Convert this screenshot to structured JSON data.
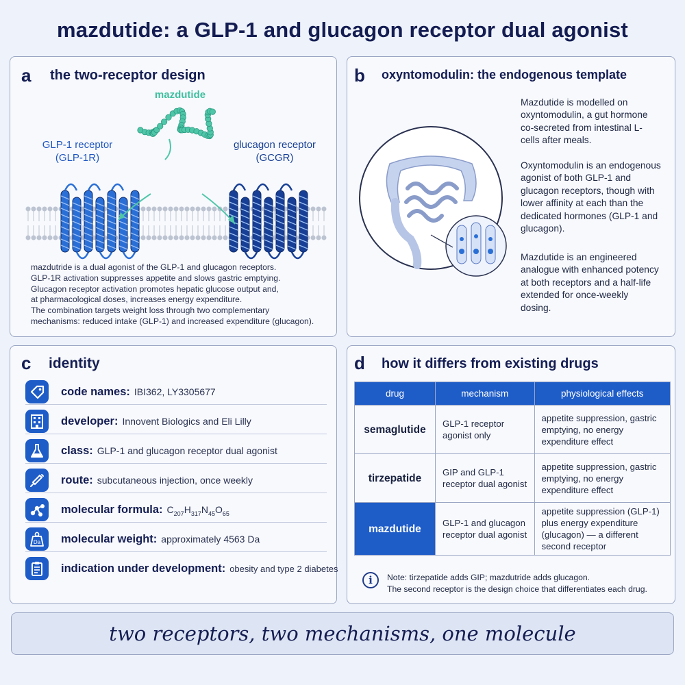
{
  "title": "mazdutide: a GLP-1 and glucagon receptor dual agonist",
  "panel_a": {
    "letter": "a",
    "title": "the two-receptor design",
    "peptide_label": "mazdutide",
    "left_receptor_line1": "GLP-1 receptor",
    "left_receptor_line2": "(GLP-1R)",
    "right_receptor_line1": "glucagon receptor",
    "right_receptor_line2": "(GCGR)",
    "description": [
      "mazdutride is a dual agonist of the GLP-1 and glucagon receptors.",
      "GLP-1R activation suppresses appetite and slows gastric emptying.",
      "Glucagon receptor activation promotes hepatic glucose output and,",
      "at pharmacological doses, increases energy expenditure.",
      "The combination targets weight loss through two complementary",
      "mechanisms: reduced intake (GLP-1) and increased expenditure (glucagon)."
    ],
    "colors": {
      "peptide": "#4fc6a8",
      "glp1r": "#2a6fd6",
      "gcgr": "#173f95"
    }
  },
  "panel_b": {
    "letter": "b",
    "title": "oxyntomodulin: the endogenous template",
    "paragraphs": [
      "Mazdutide is modelled on oxyntomodulin, a gut hormone co-secreted from intestinal L-cells after meals.",
      "Oxyntomodulin is an endogenous agonist of both GLP-1 and glucagon receptors, though with lower affinity at each than the dedicated hormones (GLP-1 and glucagon).",
      "Mazdutide is an engineered analogue with enhanced potency at both receptors and a half-life extended for once-weekly dosing."
    ]
  },
  "panel_c": {
    "letter": "c",
    "title": "identity",
    "rows": [
      {
        "icon": "tag-icon",
        "label": "code names:",
        "value": "IBI362, LY3305677"
      },
      {
        "icon": "building-icon",
        "label": "developer:",
        "value": "Innovent Biologics and Eli Lilly"
      },
      {
        "icon": "flask-icon",
        "label": "class:",
        "value": "GLP-1 and glucagon receptor dual agonist"
      },
      {
        "icon": "syringe-icon",
        "label": "route:",
        "value": "subcutaneous injection, once weekly"
      },
      {
        "icon": "molecule-icon",
        "label": "molecular formula:",
        "value": "",
        "formula": [
          "C",
          "207",
          "H",
          "317",
          "N",
          "45",
          "O",
          "65"
        ]
      },
      {
        "icon": "weight-da-icon",
        "label": "molecular weight:",
        "value": "approximately 4563 Da",
        "icon_text": "Da"
      },
      {
        "icon": "clipboard-icon",
        "label": "indication under development:",
        "value": "obesity and type 2 diabetes"
      }
    ]
  },
  "panel_d": {
    "letter": "d",
    "title": "how it differs from existing drugs",
    "headers": [
      "drug",
      "mechanism",
      "physiological effects"
    ],
    "rows": [
      {
        "drug": "semaglutide",
        "mechanism": "GLP-1 receptor agonist only",
        "effects": "appetite suppression, gastric emptying, no energy expenditure effect"
      },
      {
        "drug": "tirzepatide",
        "mechanism": "GIP and GLP-1 receptor dual agonist",
        "effects": "appetite suppression, gastric emptying, no energy expenditure effect"
      },
      {
        "drug": "mazdutide",
        "mechanism": "GLP-1 and glucagon receptor dual agonist",
        "effects": "appetite suppression (GLP-1) plus energy expenditure (glucagon) — a different second receptor"
      }
    ],
    "note_line1": "Note:  tirzepatide adds GIP; mazdutride adds glucagon.",
    "note_line2": "The second receptor is the design choice that differentiates each drug.",
    "note_icon": "i"
  },
  "banner": "two receptors, two mechanisms, one molecule"
}
